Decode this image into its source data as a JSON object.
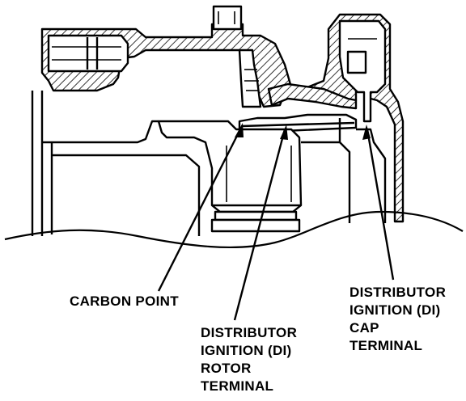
{
  "labels": {
    "carbon_point": "CARBON POINT",
    "rotor_terminal": [
      "DISTRIBUTOR",
      "IGNITION (DI)",
      "ROTOR",
      "TERMINAL"
    ],
    "cap_terminal": [
      "DISTRIBUTOR",
      "IGNITION (DI)",
      "CAP",
      "TERMINAL"
    ]
  },
  "colors": {
    "ink": "#000000",
    "paper": "#ffffff"
  }
}
